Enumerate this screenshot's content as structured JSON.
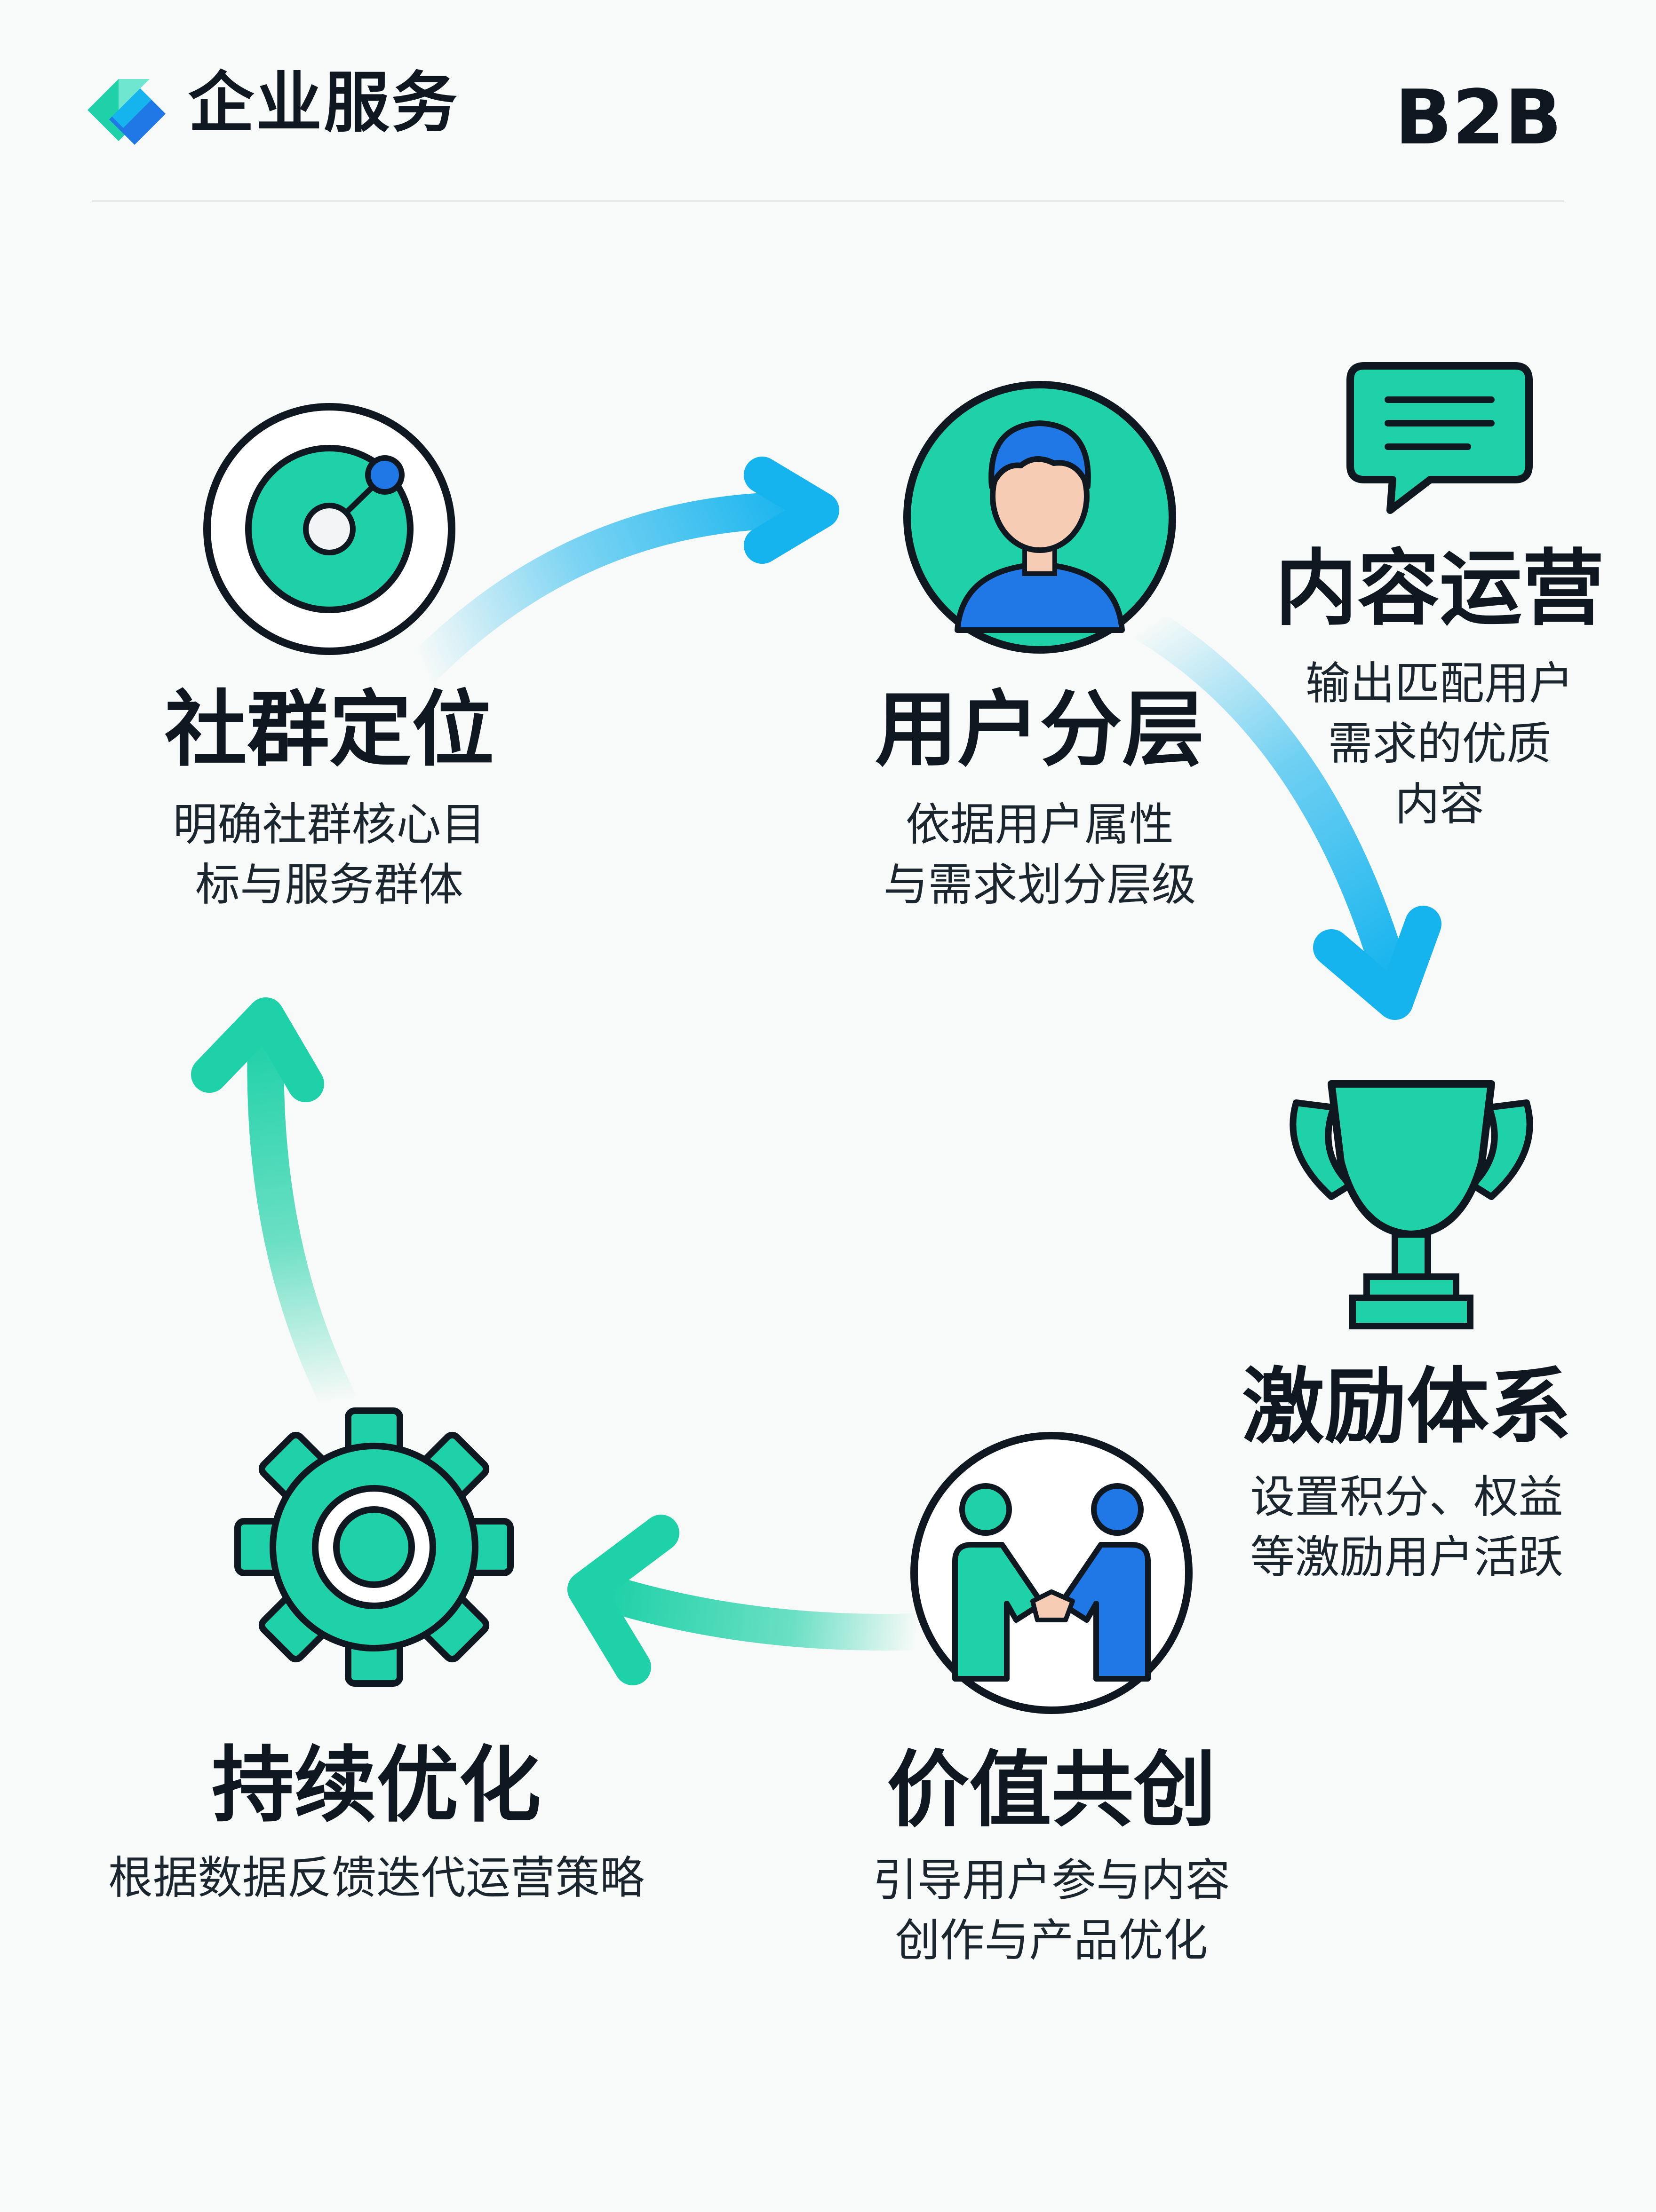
{
  "header": {
    "brand": "企业服务",
    "badge": "B2B"
  },
  "steps": [
    {
      "title": "社群定位",
      "desc": "明确社群核心目\n标与服务群体",
      "icon": "target-icon"
    },
    {
      "title": "用户分层",
      "desc": "依据用户属性\n与需求划分层级",
      "icon": "user-icon"
    },
    {
      "title": "内容运营",
      "desc": "输出匹配用户\n需求的优质\n内容",
      "icon": "chat-icon"
    },
    {
      "title": "激励体系",
      "desc": "设置积分、权益\n等激励用户活跃",
      "icon": "trophy-icon"
    },
    {
      "title": "价值共创",
      "desc": "引导用户参与内容\n创作与产品优化",
      "icon": "handshake-icon"
    },
    {
      "title": "持续优化",
      "desc": "根据数据反馈迭代运营策略",
      "icon": "gear-icon"
    }
  ],
  "colors": {
    "teal": "#1fd1a8",
    "blue": "#1f78e6",
    "cyan": "#16b4ee",
    "outline": "#0f1720"
  }
}
